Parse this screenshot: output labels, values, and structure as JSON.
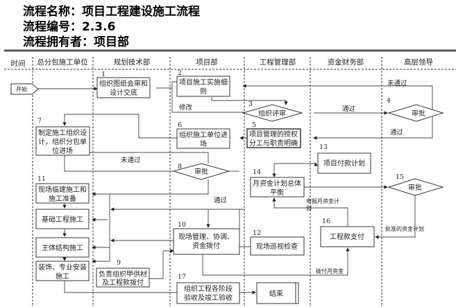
{
  "header": {
    "name_line": "流程名称：项目工程建设施工流程",
    "code_line": "流程编号：2.3.6",
    "owner_line": "流程拥有者：项目部"
  },
  "lanes": [
    "时间",
    "总分包施工单位",
    "规划技术部",
    "项目部",
    "工程管理部",
    "资金财务部",
    "高层领导"
  ],
  "start": "开始",
  "end": "结束",
  "steps": {
    "s1": {
      "num": "1",
      "l1": "组织图纸会审和",
      "l2": "设计交底"
    },
    "s2": {
      "num": "2",
      "l1": "项目施工实施细",
      "l2": "则"
    },
    "s3": {
      "num": "3",
      "l1": "组织评审"
    },
    "s4": {
      "num": "4",
      "l1": "审批"
    },
    "s5": {
      "num": "5",
      "l1": "项目管理的授权",
      "l2": "分工与职责明确"
    },
    "s6": {
      "num": "6",
      "l1": "组织施工单位进",
      "l2": "场"
    },
    "s7": {
      "num": "7",
      "l1": "制定施工组织设",
      "l2": "计，组织分包单",
      "l3": "位进场"
    },
    "s8": {
      "num": "8",
      "l1": "审批"
    },
    "s9": {
      "num": "9",
      "l1": "负责组织甲供材",
      "l2": "及工程款拨付"
    },
    "s10": {
      "num": "10",
      "l1": "现场管理、协调、",
      "l2": "资金拨付"
    },
    "s11": {
      "num": "11",
      "l1": "现场临建施工和",
      "l2": "施工准备"
    },
    "s11b": {
      "l1": "基础工程施工"
    },
    "s11c": {
      "l1": "主体结构施工"
    },
    "s11d": {
      "l1": "装饰、专业安装",
      "l2": "施工"
    },
    "s12": {
      "num": "12",
      "l1": "现场巡视检查"
    },
    "s13": {
      "num": "13",
      "l1": "项目付款计划"
    },
    "s14": {
      "num": "14",
      "l1": "月资金计划总体",
      "l2": "平衡"
    },
    "s15": {
      "num": "15",
      "l1": "审批"
    },
    "s16": {
      "num": "16",
      "l1": "工程款支付"
    },
    "s17": {
      "num": "17",
      "l1": "组织工程各阶段",
      "l2": "验收及竣工验收"
    }
  },
  "edge_labels": {
    "rejected_top": "未通过",
    "revise": "修改",
    "passed_3": "通过",
    "passed_4": "通过",
    "rejected_8": "未通过",
    "passed_8": "通过",
    "report_1": "申报月资金计",
    "report_2": "划",
    "approved_plan": "批准的资金计划",
    "monthly_funds": "拨付月资金"
  }
}
